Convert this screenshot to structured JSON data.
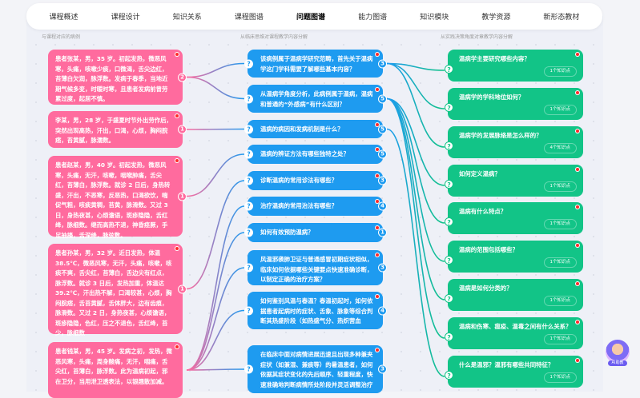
{
  "nav": {
    "items": [
      "课程概述",
      "课程设计",
      "知识关系",
      "课程图谱",
      "问题图谱",
      "能力图谱",
      "知识模块",
      "教学资源",
      "新形态教材"
    ],
    "active": 4
  },
  "columns": {
    "cases": "与课程对应的病例",
    "clinical": "从临床思维对课程教学内容分解",
    "practice": "从实践决策角度对章教学内容分解"
  },
  "cases": [
    {
      "text": "患者张某，男，35 岁。初起发热，微恶风寒，头痛，咳嗽少痰，口微渴，舌尖边红，苔薄白欠润，脉浮数。发病于春季，当地近期气候多变，时暖时寒，且患者发病前曾劳累过度，起居不慎。",
      "count": "2"
    },
    {
      "text": "李某，男，28 岁，于盛夏时节外出劳作后，突然出现高热，汗出，口渴，心烦，胸闷脘痞，苔黄腻，脉濡数。",
      "count": "1"
    },
    {
      "text": "患者赵某，男，40 岁。初起发热，微恶风寒，头痛，无汗，咳嗽，咽喉肿痛，舌尖红，苔薄白，脉浮数。就诊 2 日后，身热转盛，汗出，不恶寒，反恶热，口渴欲饮，喘促气粗，咳痰黄稠，苔黄，脉滑数。又过 3 日，身热夜甚，心烦谵语，斑疹隐隐，舌红绛，脉细数。继而高热不退，神昏痉厥，手足抽搐，舌深绛，脉弦数。",
      "count": "1"
    },
    {
      "text": "患者孙某，男，32 岁。近日发热，体温 38.5℃，微恶风寒，无汗，头痛，咳嗽，咳痰不爽，舌尖红，苔薄白，舌边尖有红点，脉浮数。就诊 3 日后，发热加重，体温达 39.2℃，汗出热不解，口渴较甚，心烦，胸闷脘痞，舌苔黄腻，舌体胖大，边有齿痕，脉滑数。又过 2 日，身热夜甚，心烦谵语，斑疹隐隐，色红，压之不退色，舌红绛，苔少，脉细数",
      "count": "1"
    },
    {
      "text": "患者钱某，男，45 岁。发病之初，发热，微恶风寒，头痛，周身酸痛，无汗，咽痛，舌尖红，苔薄白，脉浮数。此为温病初起，邪在卫分，当用泄卫透表法，以银翘散加减。",
      "count": ""
    }
  ],
  "questions": [
    {
      "text": "该病例属于温病学研究范畴，首先关于温病学这门学科需要了解哪些基本内容？",
      "count": "3"
    },
    {
      "text": "从温病学角度分析，此病例属于温病，温病和普通的“外感病”有什么区别？",
      "count": "5"
    },
    {
      "text": "温病的病因和发病机制是什么？",
      "count": "5"
    },
    {
      "text": "温病的辨证方法有哪些独特之处？",
      "count": "5"
    },
    {
      "text": "诊断温病的常用诊法有哪些？",
      "count": "3"
    },
    {
      "text": "治疗温病的常用治法有哪些？",
      "count": "4"
    },
    {
      "text": "如何有效预防温病？",
      "count": "1"
    },
    {
      "text": "风温邪袭肺卫证与普通感冒初期症状相似，临床如何依据哪些关键要点快速准确诊断，以制定正确的治疗方案？",
      "count": "3"
    },
    {
      "text": "如何鉴别风温与春温？春温初起时，如何依据患者起病时的症状、舌象、脉象等综合判断其热盛阶段（如热盛气分、热炽营血等），并精准选方用药以截断病情发展？",
      "count": "4"
    },
    {
      "text": "在临床中面对病情进展迅速且出现多种兼夹症状（如兼湿、兼痰等）的暑温患者，如何依据其症状变化的先后顺序、轻重程度，快速准确地判断病情所处阶段并灵活调整治疗",
      "count": "3"
    }
  ],
  "points": [
    {
      "text": "温病学主要研究哪些内容？",
      "kp": "1个知识点"
    },
    {
      "text": "温病学的学科地位如何？",
      "kp": "1个知识点"
    },
    {
      "text": "温病学的发展脉络是怎么样的？",
      "kp": "4个知识点"
    },
    {
      "text": "如何定义温病？",
      "kp": "1个知识点"
    },
    {
      "text": "温病有什么特点？",
      "kp": "1个知识点"
    },
    {
      "text": "温病的范围包括哪些？",
      "kp": "1个知识点"
    },
    {
      "text": "温病是如何分类的？",
      "kp": "1个知识点"
    },
    {
      "text": "温病和伤寒、瘟疫、温毒之间有什么关系？",
      "kp": "1个知识点"
    },
    {
      "text": "什么是温邪？温邪有哪些共同特征？",
      "kp": "1个知识点"
    }
  ],
  "case_links": [
    [
      0,
      0
    ],
    [
      0,
      1
    ],
    [
      1,
      2
    ],
    [
      2,
      3
    ],
    [
      3,
      4
    ],
    [
      4,
      5
    ],
    [
      4,
      6
    ],
    [
      4,
      7
    ],
    [
      4,
      8
    ],
    [
      4,
      9
    ]
  ],
  "question_links": [
    [
      0,
      0
    ],
    [
      0,
      1
    ],
    [
      0,
      2
    ],
    [
      1,
      3
    ],
    [
      1,
      4
    ],
    [
      1,
      5
    ],
    [
      1,
      6
    ],
    [
      1,
      7
    ],
    [
      2,
      8
    ]
  ],
  "ai": {
    "label": "AI助教"
  },
  "colors": {
    "pink": "#ff6b9e",
    "blue": "#1e9bf0",
    "green": "#12c487"
  }
}
